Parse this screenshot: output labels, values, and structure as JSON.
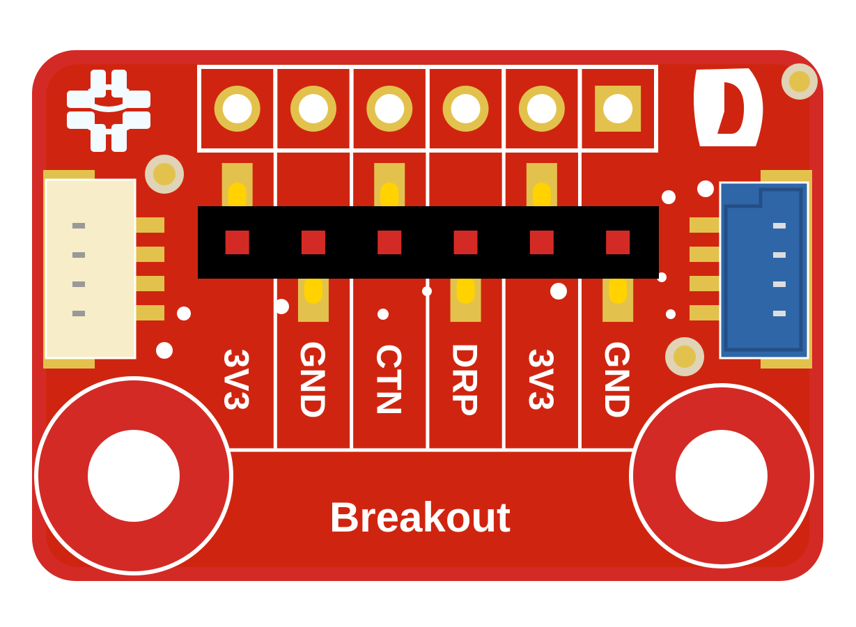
{
  "board": {
    "title": "Breakout",
    "pins": [
      "3V3",
      "GND",
      "CTN",
      "DRP",
      "3V3",
      "GND"
    ],
    "logo_letter": "D"
  },
  "colors": {
    "board": "#d42a25",
    "copper": "#cf2510",
    "silk": "#ffffff",
    "pad": "#e2c24d",
    "gold": "#ffd200",
    "header": "#000000",
    "left_connector": "#f7edc8",
    "right_connector": "#2f66a8"
  }
}
